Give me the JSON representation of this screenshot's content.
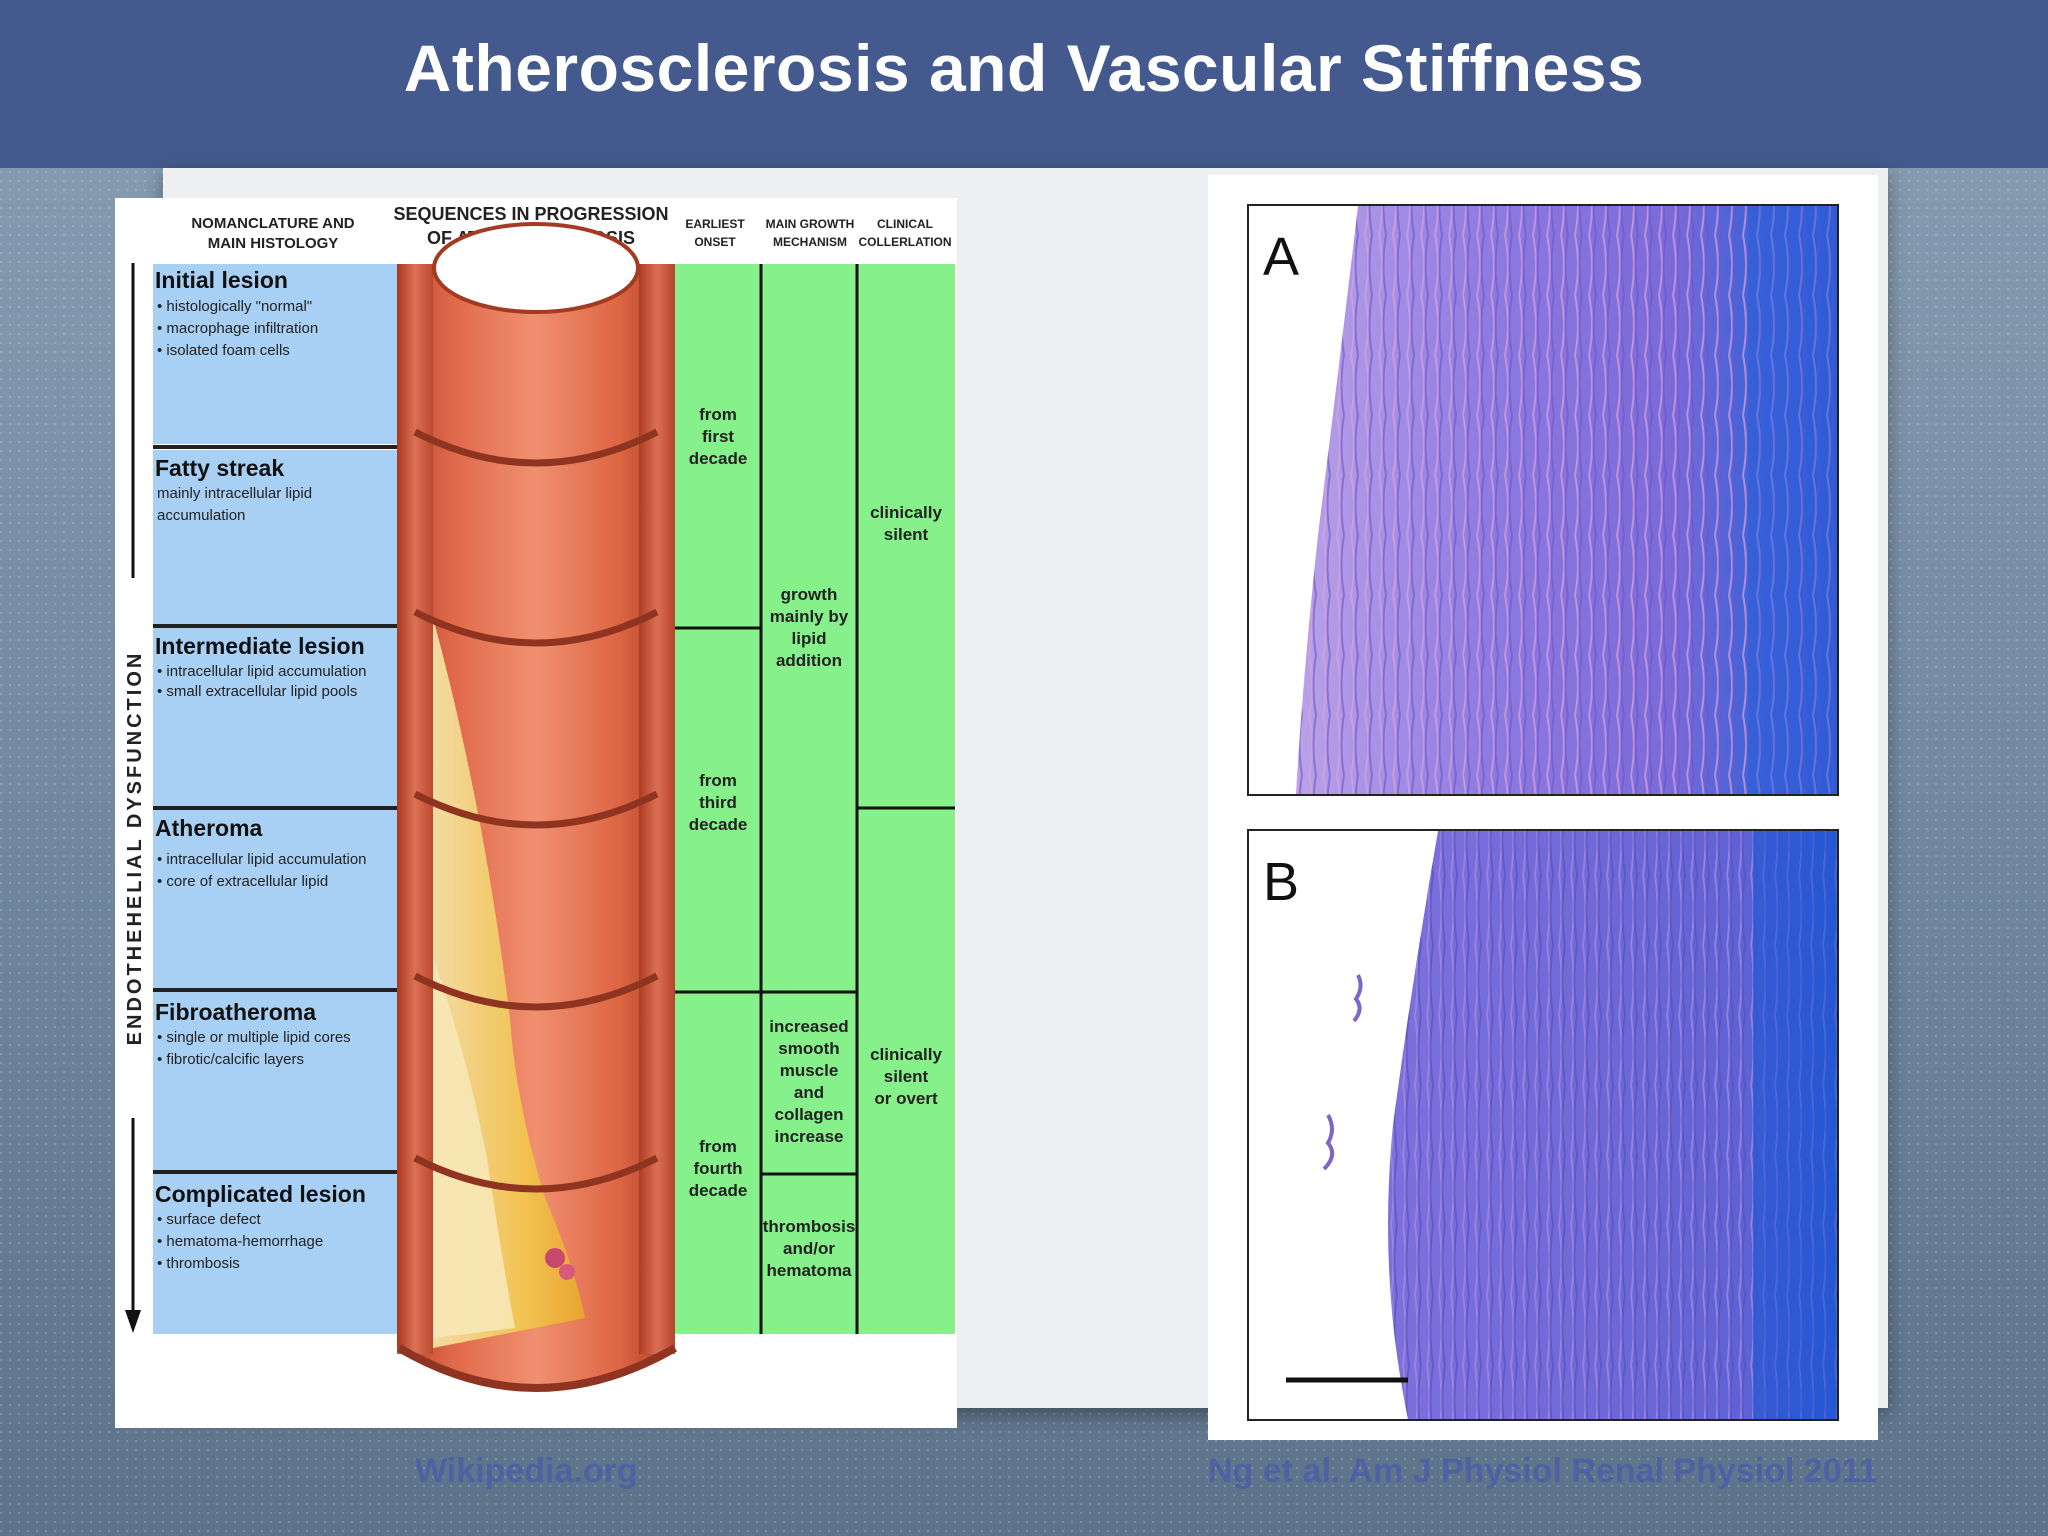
{
  "slide": {
    "title": "Atherosclerosis and Vascular Stiffness",
    "credit_left": "Wikipedia.org",
    "credit_right": "Ng et al. Am J Physiol Renal Physiol 2011"
  },
  "diagram": {
    "headers": {
      "nomenclature_1": "NOMANCLATURE AND",
      "nomenclature_2": "MAIN HISTOLOGY",
      "sequences_1": "SEQUENCES IN PROGRESSION",
      "sequences_2": "OF ATHEROSCLEROSIS",
      "onset_1": "EARLIEST",
      "onset_2": "ONSET",
      "growth_1": "MAIN GROWTH",
      "growth_2": "MECHANISM",
      "clinical_1": "CLINICAL",
      "clinical_2": "COLLERLATION"
    },
    "side_label": "ENDOTHEHELIAL   DYSFUNCTION",
    "stages": [
      {
        "label": "Initial lesion",
        "bullets": [
          "• histologically \"normal\"",
          "• macrophage infiltration",
          "• isolated foam cells"
        ]
      },
      {
        "label": "Fatty streak",
        "bullets": [
          "mainly intracellular lipid",
          "accumulation"
        ]
      },
      {
        "label": "Intermediate lesion",
        "bullets": [
          "• intracellular lipid accumulation",
          "• small extracellular lipid pools"
        ]
      },
      {
        "label": "Atheroma",
        "bullets": [
          "• intracellular lipid accumulation",
          "• core of extracellular lipid"
        ]
      },
      {
        "label": "Fibroatheroma",
        "bullets": [
          "• single or multiple lipid cores",
          "• fibrotic/calcific layers"
        ]
      },
      {
        "label": "Complicated lesion",
        "bullets": [
          "• surface defect",
          "• hematoma-hemorrhage",
          "• thrombosis"
        ]
      }
    ],
    "onset": [
      [
        "from",
        "first",
        "decade"
      ],
      [
        "from",
        "third",
        "decade"
      ],
      [
        "from",
        "fourth",
        "decade"
      ]
    ],
    "growth": [
      [
        "growth",
        "mainly by",
        "lipid",
        "addition"
      ],
      [
        "increased",
        "smooth",
        "muscle",
        "and",
        "collagen",
        "increase"
      ],
      [
        "thrombosis",
        "and/or",
        "hematoma"
      ]
    ],
    "clinical": [
      [
        "clinically",
        "silent"
      ],
      [
        "clinically",
        "silent",
        "or overt"
      ]
    ],
    "colors": {
      "blue": "#a8d0f5",
      "green": "#86f08a",
      "artery": "#d9603c"
    }
  },
  "micrographs": {
    "label_a": "A",
    "label_b": "B"
  }
}
